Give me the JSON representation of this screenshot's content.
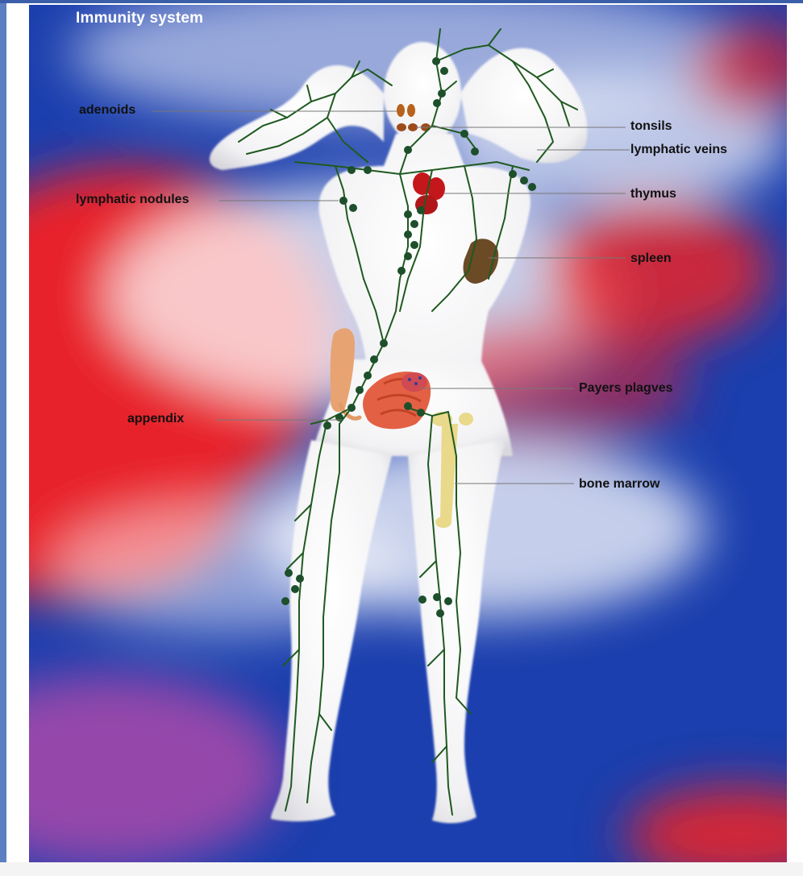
{
  "title": "Immunity system",
  "labels": {
    "adenoids": "adenoids",
    "lymphatic_nodules": "lymphatic nodules",
    "appendix": "appendix",
    "tonsils": "tonsils",
    "lymphatic_veins": "lymphatic veins",
    "thymus": "thymus",
    "spleen": "spleen",
    "payers_plagves": "Payers plagves",
    "bone_marrow": "bone marrow"
  },
  "colors": {
    "vessel": "#1f5a1f",
    "node": "#1c4f2a",
    "thymus": "#c4171b",
    "spleen": "#6b4a26",
    "bone": "#e9d98a",
    "body": "#f3f3f3",
    "bg_red": "#e5242a",
    "bg_blue": "#1d3ea8"
  }
}
